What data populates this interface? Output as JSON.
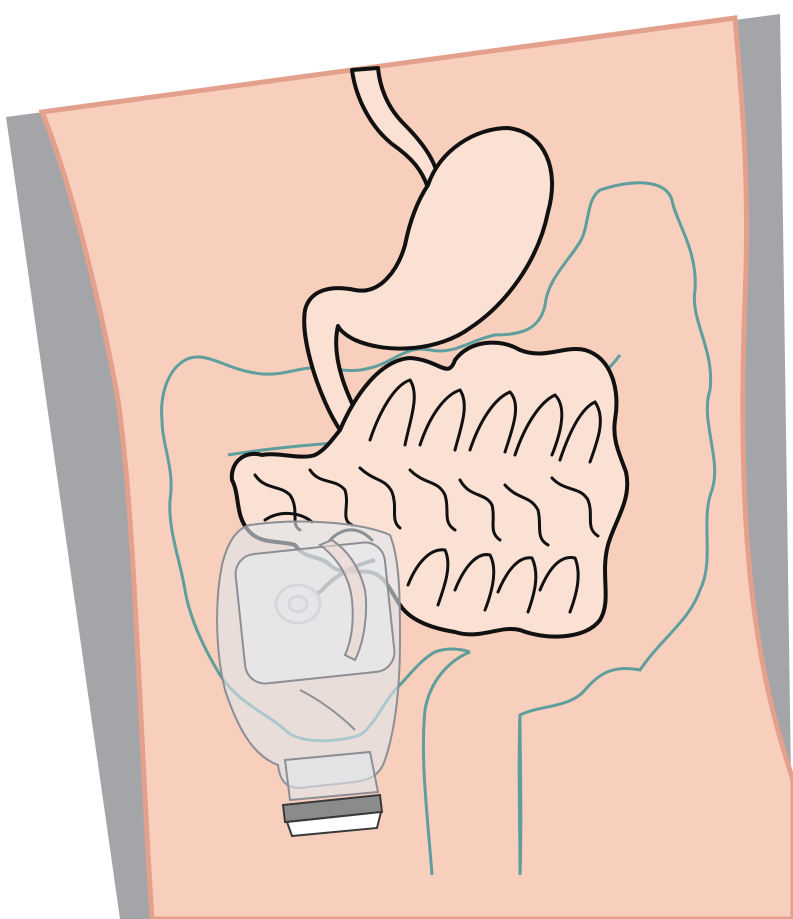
{
  "colors": {
    "background": "#ffffff",
    "body_shadow": "#a3a5a9",
    "skin": "#f8cfbd",
    "skin_edge": "#e3a08c",
    "organ_fill": "#fbe0d4",
    "outline": "#111111",
    "colon": "#5e9e9c",
    "pouch_fill": "#dfe6ec",
    "pouch_edge": "#8c8f95",
    "clamp": "#8a8c8c"
  },
  "icons": {
    "torso": "torso-figure",
    "esophagus": "esophagus-tube",
    "stomach": "stomach-organ",
    "small_intestine": "small-intestine-loops",
    "large_intestine": "colon-outline",
    "stoma": "stoma-opening",
    "pouch": "ostomy-pouch",
    "clamp": "pouch-outlet-clamp"
  }
}
